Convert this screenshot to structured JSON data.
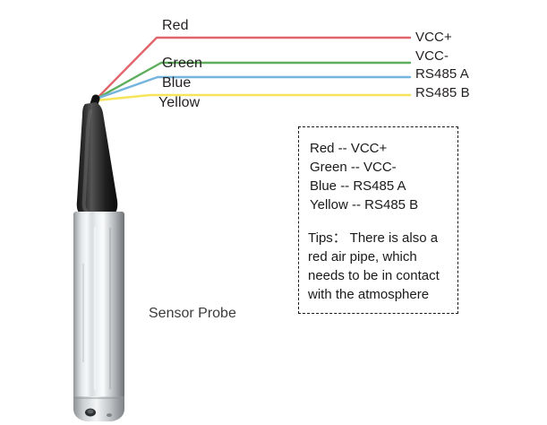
{
  "background_color": "#ffffff",
  "wires": [
    {
      "name": "Red",
      "color": "#e0646a",
      "terminal": "VCC+",
      "pair": "Red -- VCC+"
    },
    {
      "name": "Green",
      "color": "#5eae5e",
      "terminal": "VCC-",
      "pair": "Green -- VCC-"
    },
    {
      "name": "Blue",
      "color": "#74b4dd",
      "terminal": "RS485 A",
      "pair": "Blue -- RS485 A"
    },
    {
      "name": "Yellow",
      "color": "#f5e55c",
      "terminal": "RS485 B",
      "pair": "Yellow -- RS485 B"
    }
  ],
  "probe": {
    "caption": "Sensor Probe",
    "boot_color": "#1c1c1c",
    "body_color": "#c9ccce",
    "cable_color": "#111111"
  },
  "info_box": {
    "pin_assignments": [
      "Red -- VCC+",
      "Green -- VCC-",
      "Blue -- RS485 A",
      "Yellow -- RS485 B"
    ],
    "tips_text": "Tips： There is also a red air pipe, which needs to be in contact with the atmosphere"
  }
}
